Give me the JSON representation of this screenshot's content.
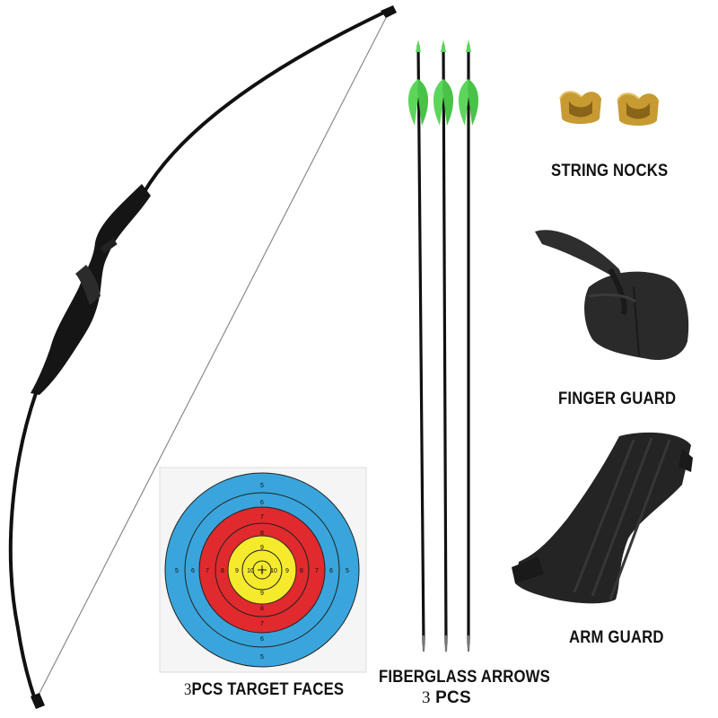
{
  "captions": {
    "string_nocks": "STRING NOCKS",
    "finger_guard": "FINGER GUARD",
    "arm_guard": "ARM GUARD",
    "arrows_line1": "FIBERGLASS ARROWS",
    "arrows_count": "3",
    "arrows_unit": " PCS",
    "target_count": "3",
    "target_unit": "PCS TARGET FACES"
  },
  "target_face": {
    "ring_labels_vertical": [
      "5",
      "6",
      "7",
      "8",
      "9",
      "9",
      "8",
      "7",
      "6",
      "5"
    ],
    "ring_labels_horizontal": [
      "5",
      "6",
      "7",
      "8",
      "9",
      "10",
      "X",
      "10",
      "9",
      "8",
      "7",
      "6",
      "5"
    ],
    "ring_colors": [
      "#3aa5dc",
      "#e02a2e",
      "#f6ea2d"
    ]
  },
  "colors": {
    "bow": "#111111",
    "fletching": "#5cd65a",
    "nock": "#c79a32",
    "leather": "#2a2a2a"
  },
  "icons": [
    "recurve-bow-icon",
    "arrow-icon",
    "string-nock-icon",
    "finger-guard-icon",
    "arm-guard-icon",
    "target-face-icon"
  ]
}
